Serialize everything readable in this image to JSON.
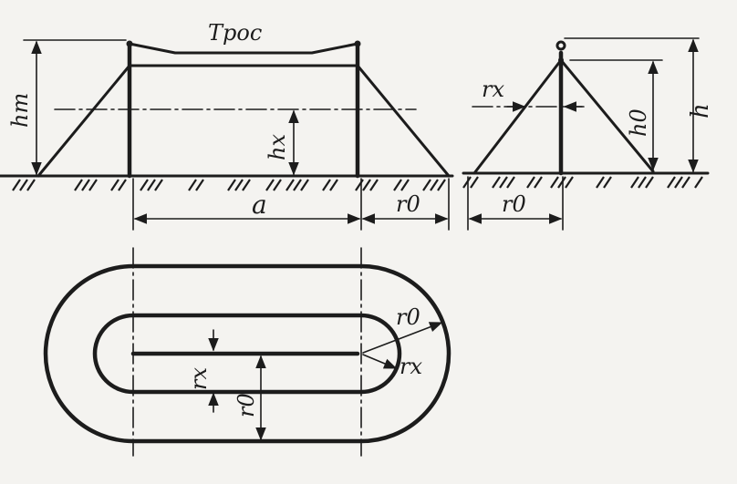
{
  "labels": {
    "cable": "Трос",
    "mast_height": "hm",
    "protected_height": "hx",
    "mast_spacing": "a",
    "zone_radius_ground": "r0",
    "zone_radius_hx": "rx",
    "zone_height": "h0",
    "cable_height": "h"
  },
  "colors": {
    "ink": "#1c1c1c",
    "paper": "#f4f3f0"
  }
}
